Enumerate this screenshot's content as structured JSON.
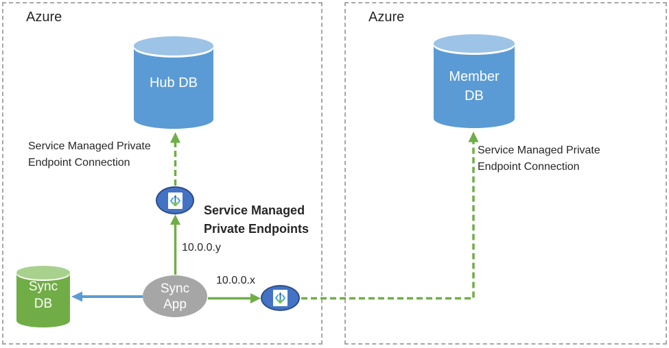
{
  "colors": {
    "box_border": "#a6a6a6",
    "db_blue": "#5b9bd5",
    "db_blue_light": "#9dc3e6",
    "db_green": "#70ad47",
    "db_green_light": "#a9d18e",
    "app_gray": "#a6a6a6",
    "arrow_green": "#70ad47",
    "arrow_blue": "#5b9bd5",
    "endpoint_fill": "#4472c4",
    "endpoint_border": "#2b4d87",
    "text_dark": "#262626"
  },
  "left_box": {
    "title": "Azure",
    "hub_db_label": "Hub DB",
    "sync_db_label": "Sync\nDB",
    "sync_app_label": "Sync\nApp",
    "connection_label": "Service Managed Private\nEndpoint Connection",
    "endpoints_label": "Service Managed\nPrivate Endpoints",
    "ip_y_label": "10.0.0.y",
    "ip_x_label": "10.0.0.x"
  },
  "right_box": {
    "title": "Azure",
    "member_db_label": "Member\nDB",
    "connection_label": "Service Managed Private\nEndpoint Connection"
  }
}
